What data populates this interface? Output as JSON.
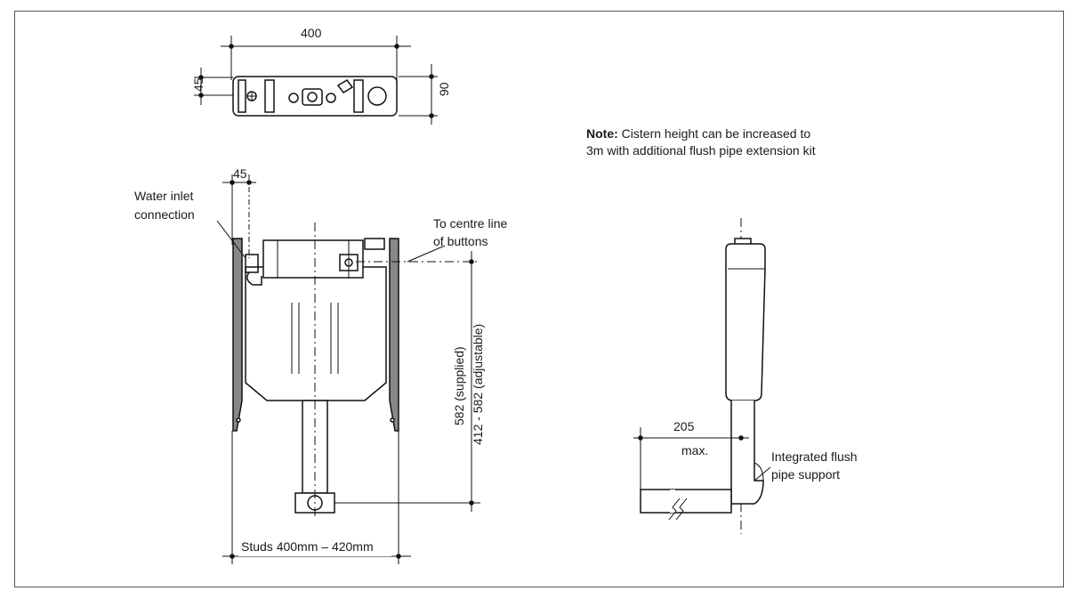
{
  "dimensions": {
    "top_width": "400",
    "top_depth_left": "45",
    "top_depth_right": "90",
    "inlet_offset": "45",
    "height_supplied": "582 (supplied)",
    "height_adjustable": "412 - 582 (adjustable)",
    "studs": "Studs 400mm – 420mm",
    "pipe_offset": "205",
    "pipe_offset_note": "max."
  },
  "labels": {
    "water_inlet_line1": "Water inlet",
    "water_inlet_line2": "connection",
    "centre_line1": "To centre line",
    "centre_line2": "of buttons",
    "flush_support_line1": "Integrated flush",
    "flush_support_line2": "pipe support"
  },
  "note": {
    "heading": "Note:",
    "text": "Cistern height can be increased to 3m with additional flush pipe extension kit"
  }
}
